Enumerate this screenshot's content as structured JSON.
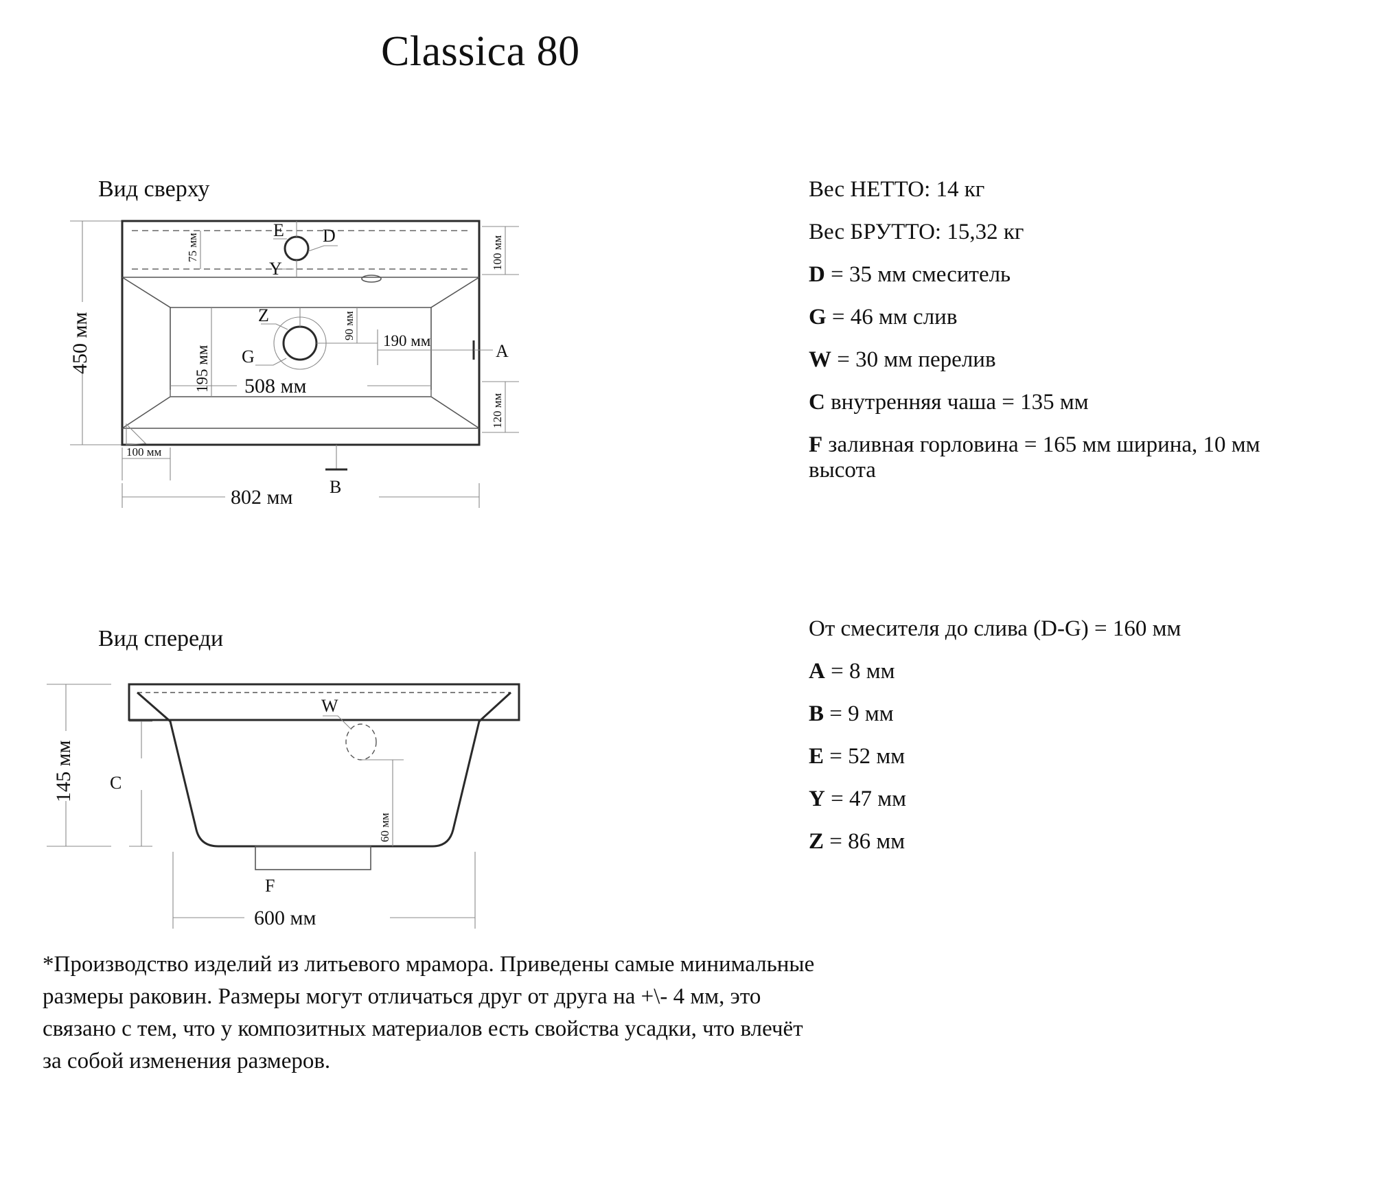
{
  "title": "Classica 80",
  "views": {
    "top": {
      "heading": "Вид сверху"
    },
    "front": {
      "heading": "Вид спереди"
    }
  },
  "specs_primary": [
    {
      "label": "",
      "text": "Вес НЕТТО: 14 кг"
    },
    {
      "label": "",
      "text": "Вес БРУТТО: 15,32 кг"
    },
    {
      "label": "D",
      "text": "= 35 мм смеситель"
    },
    {
      "label": "G",
      "text": "= 46 мм слив"
    },
    {
      "label": "W",
      "text": "= 30 мм перелив"
    },
    {
      "label": "C",
      "text": "внутренняя чаша = 135 мм"
    },
    {
      "label": "F",
      "text": "заливная горловина = 165 мм ширина, 10 мм высота"
    }
  ],
  "specs_secondary": [
    {
      "label": "",
      "text": "От смесителя до слива (D-G) = 160 мм"
    },
    {
      "label": "A",
      "text": "= 8 мм"
    },
    {
      "label": "B",
      "text": "= 9 мм"
    },
    {
      "label": "E",
      "text": "= 52 мм"
    },
    {
      "label": "Y",
      "text": "= 47 мм"
    },
    {
      "label": "Z",
      "text": "= 86 мм"
    }
  ],
  "top_view": {
    "dimensions": {
      "height_overall": "450 мм",
      "width_overall": "802 мм",
      "inner_width": "508 мм",
      "back_strip": "75 мм",
      "back_strip_right": "100 мм",
      "drain_offset_y": "195 мм",
      "drain_to_edge_90": "90 мм",
      "drain_offset_x": "190 мм",
      "front_strip_right": "120 мм",
      "left_corner": "100 мм"
    },
    "callouts": [
      "E",
      "D",
      "Y",
      "Z",
      "G",
      "A",
      "B"
    ]
  },
  "front_view": {
    "dimensions": {
      "height_overall": "145 мм",
      "width_base": "600 мм",
      "overflow_drop": "60 мм"
    },
    "callouts": [
      "C",
      "W",
      "F"
    ]
  },
  "footnote": "*Производство изделий из литьевого мрамора. Приведены самые минимальные размеры раковин. Размеры могут отличаться друг от друга на +\\- 4 мм, это связано с тем, что у композитных материалов есть свойства усадки, что влечёт за собой изменения размеров."
}
